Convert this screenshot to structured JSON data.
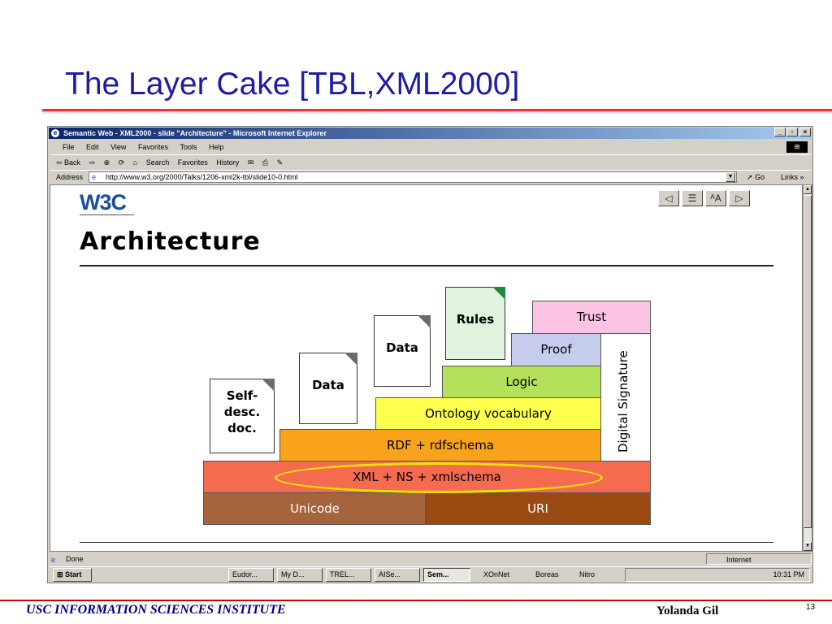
{
  "slide": {
    "title": "The Layer Cake [TBL,XML2000]",
    "footer_institute": "USC INFORMATION SCIENCES INSTITUTE",
    "footer_author": "Yolanda Gil",
    "page_number": "13"
  },
  "browser": {
    "window_title": "Semantic Web - XML2000 - slide \"Architecture\" - Microsoft Internet Explorer",
    "menu": [
      "File",
      "Edit",
      "View",
      "Favorites",
      "Tools",
      "Help"
    ],
    "toolbar": {
      "back": "⇦ Back",
      "forward": "⇨",
      "stop": "⊗",
      "refresh": "⟳",
      "home": "⌂",
      "search": "Search",
      "favorites": "Favorites",
      "history": "History",
      "mail": "✉",
      "print": "⎙",
      "edit": "✎"
    },
    "address_label": "Address",
    "url": "http://www.w3.org/2000/Talks/1206-xml2k-tbl/slide10-0.html",
    "go_label": "Go",
    "links_label": "Links »",
    "status_text": "Done",
    "zone_text": "Internet"
  },
  "page": {
    "logo": "W3C",
    "heading": "Architecture",
    "nav_buttons": [
      "◁",
      "☰",
      "ᴬA",
      "▷"
    ]
  },
  "diagram": {
    "docs": {
      "self_desc_line1": "Self-",
      "self_desc_line2": "desc.",
      "self_desc_line3": "doc.",
      "data1": "Data",
      "data2": "Data",
      "rules": "Rules"
    },
    "layers": {
      "unicode": "Unicode",
      "uri": "URI",
      "xml": "XML + NS + xmlschema",
      "rdf": "RDF + rdfschema",
      "ontology": "Ontology vocabulary",
      "logic": "Logic",
      "proof": "Proof",
      "trust": "Trust",
      "signature": "Digital Signature"
    },
    "colors": {
      "unicode": "#a6643c",
      "uri": "#9b4a12",
      "xml": "#f56b4f",
      "rdf": "#f9a31b",
      "ontology": "#ffff4d",
      "logic": "#b4e05a",
      "proof": "#c6cdec",
      "trust": "#fbc3e4",
      "signature": "#ffffff",
      "highlight": "#f4e400"
    }
  },
  "taskbar": {
    "start": "Start",
    "tasks": [
      "Eudor...",
      "My D...",
      "TREL...",
      "AISe...",
      "Sem..."
    ],
    "extras": [
      "XOnNet",
      "Boreas",
      "Nitro"
    ],
    "clock": "10:31 PM"
  }
}
